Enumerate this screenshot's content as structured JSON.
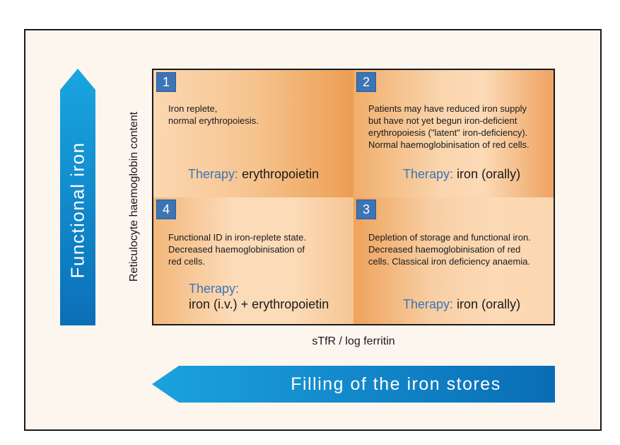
{
  "arrows": {
    "vertical_label": "Functional iron",
    "horizontal_label": "Filling of the iron stores",
    "color": "#1a8fd0"
  },
  "axes": {
    "y_label": "Reticulocyte haemoglobin content",
    "x_label": "sTfR / log ferritin"
  },
  "quadrants": [
    {
      "number": "1",
      "description": "Iron replete,\nnormal erythropoiesis.",
      "therapy_label": "Therapy:",
      "therapy_value": "erythropoietin"
    },
    {
      "number": "2",
      "description": "Patients may have reduced iron supply\nbut have not yet begun iron-deficient\nerythropoiesis (\"latent\" iron-deficiency).\nNormal haemoglobinisation of red cells.",
      "therapy_label": "Therapy:",
      "therapy_value": "iron (orally)"
    },
    {
      "number": "4",
      "description": "Functional ID in iron-replete state.\nDecreased haemoglobinisation of\nred cells.",
      "therapy_label": "Therapy:",
      "therapy_value": "iron (i.v.) + erythropoietin"
    },
    {
      "number": "3",
      "description": "Depletion of storage and functional iron.\nDecreased haemoglobinisation of red\ncells. Classical iron deficiency anaemia.",
      "therapy_label": "Therapy:",
      "therapy_value": "iron (orally)"
    }
  ],
  "colors": {
    "number_badge": "#3d74b5",
    "therapy_label": "#3d74b5",
    "quadrant_fill": "#f6c48f"
  }
}
